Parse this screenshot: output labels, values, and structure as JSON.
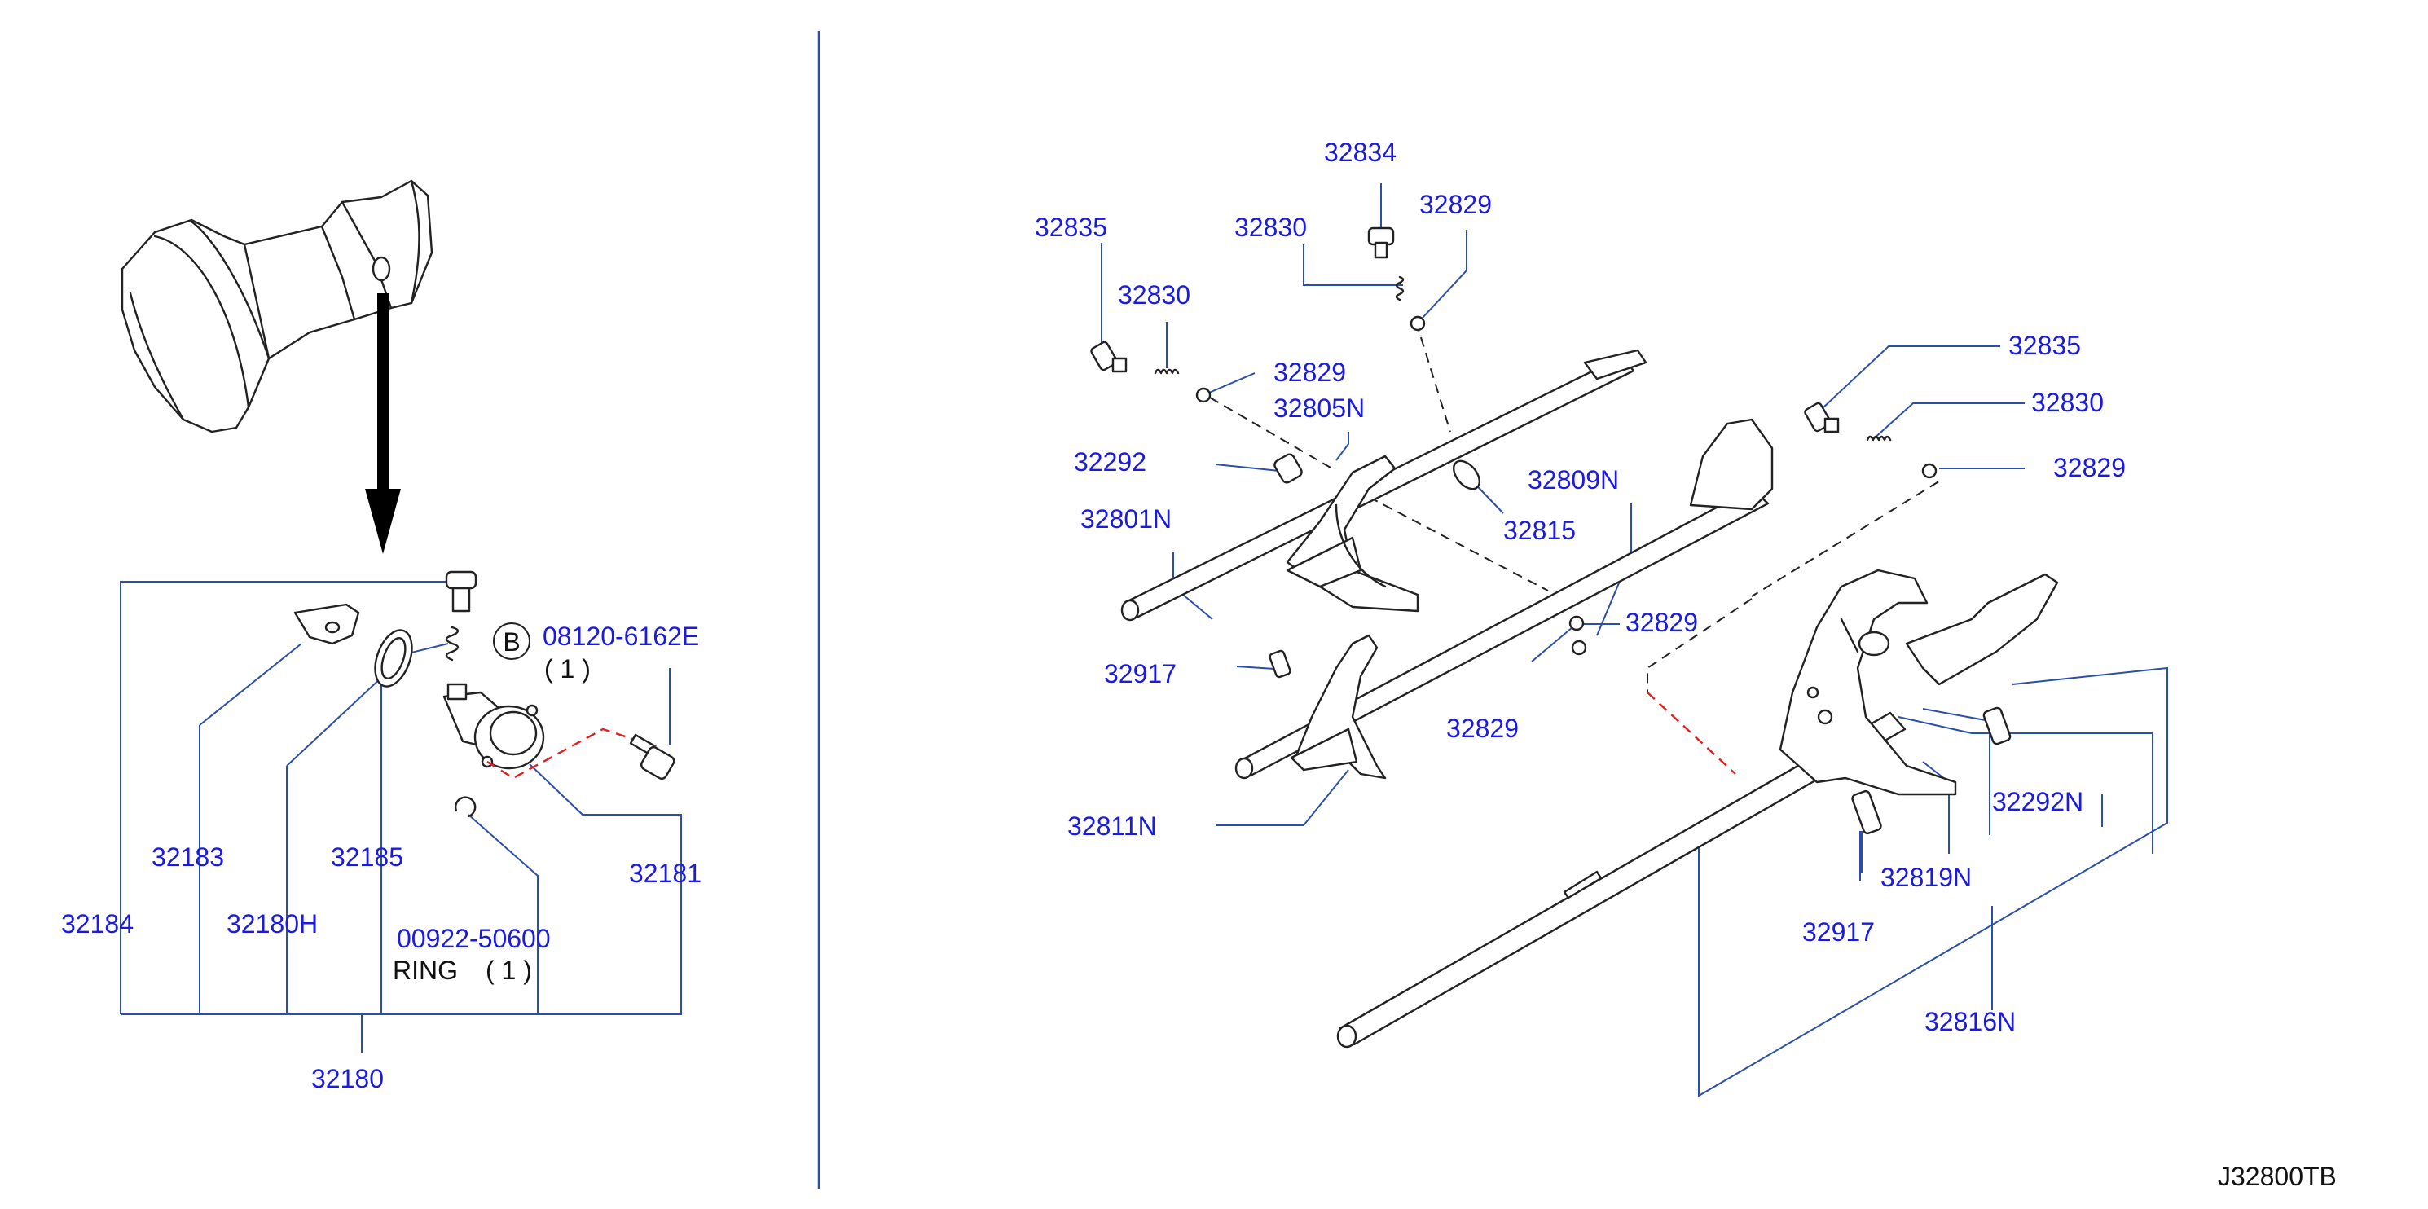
{
  "bolt_badge": "B",
  "labels": {
    "p32184": "32184",
    "p32183": "32183",
    "p32180H": "32180H",
    "p32185": "32185",
    "p32180": "32180",
    "p32181": "32181",
    "p08120": "08120-6162E",
    "p08120_qty": "( 1 )",
    "p00922": "00922-50600",
    "ring": "RING",
    "ring_qty": "( 1 )",
    "p32834": "32834",
    "p32835_a": "32835",
    "p32830_a": "32830",
    "p32829_a": "32829",
    "p32830_b": "32830",
    "p32829_b": "32829",
    "p32805N": "32805N",
    "p32292": "32292",
    "p32801N": "32801N",
    "p32809N": "32809N",
    "p32815": "32815",
    "p32829_c": "32829",
    "p32829_d": "32829",
    "p32917_a": "32917",
    "p32811N": "32811N",
    "p32835_b": "32835",
    "p32830_c": "32830",
    "p32829_e": "32829",
    "p32292N": "32292N",
    "p32819N": "32819N",
    "p32917_b": "32917",
    "p32816N": "32816N",
    "diagram_code": "J32800TB"
  },
  "colors": {
    "label_blue": "#1a1ae0",
    "leader_blue": "#2b4fa8",
    "dash_red": "#e02020"
  }
}
